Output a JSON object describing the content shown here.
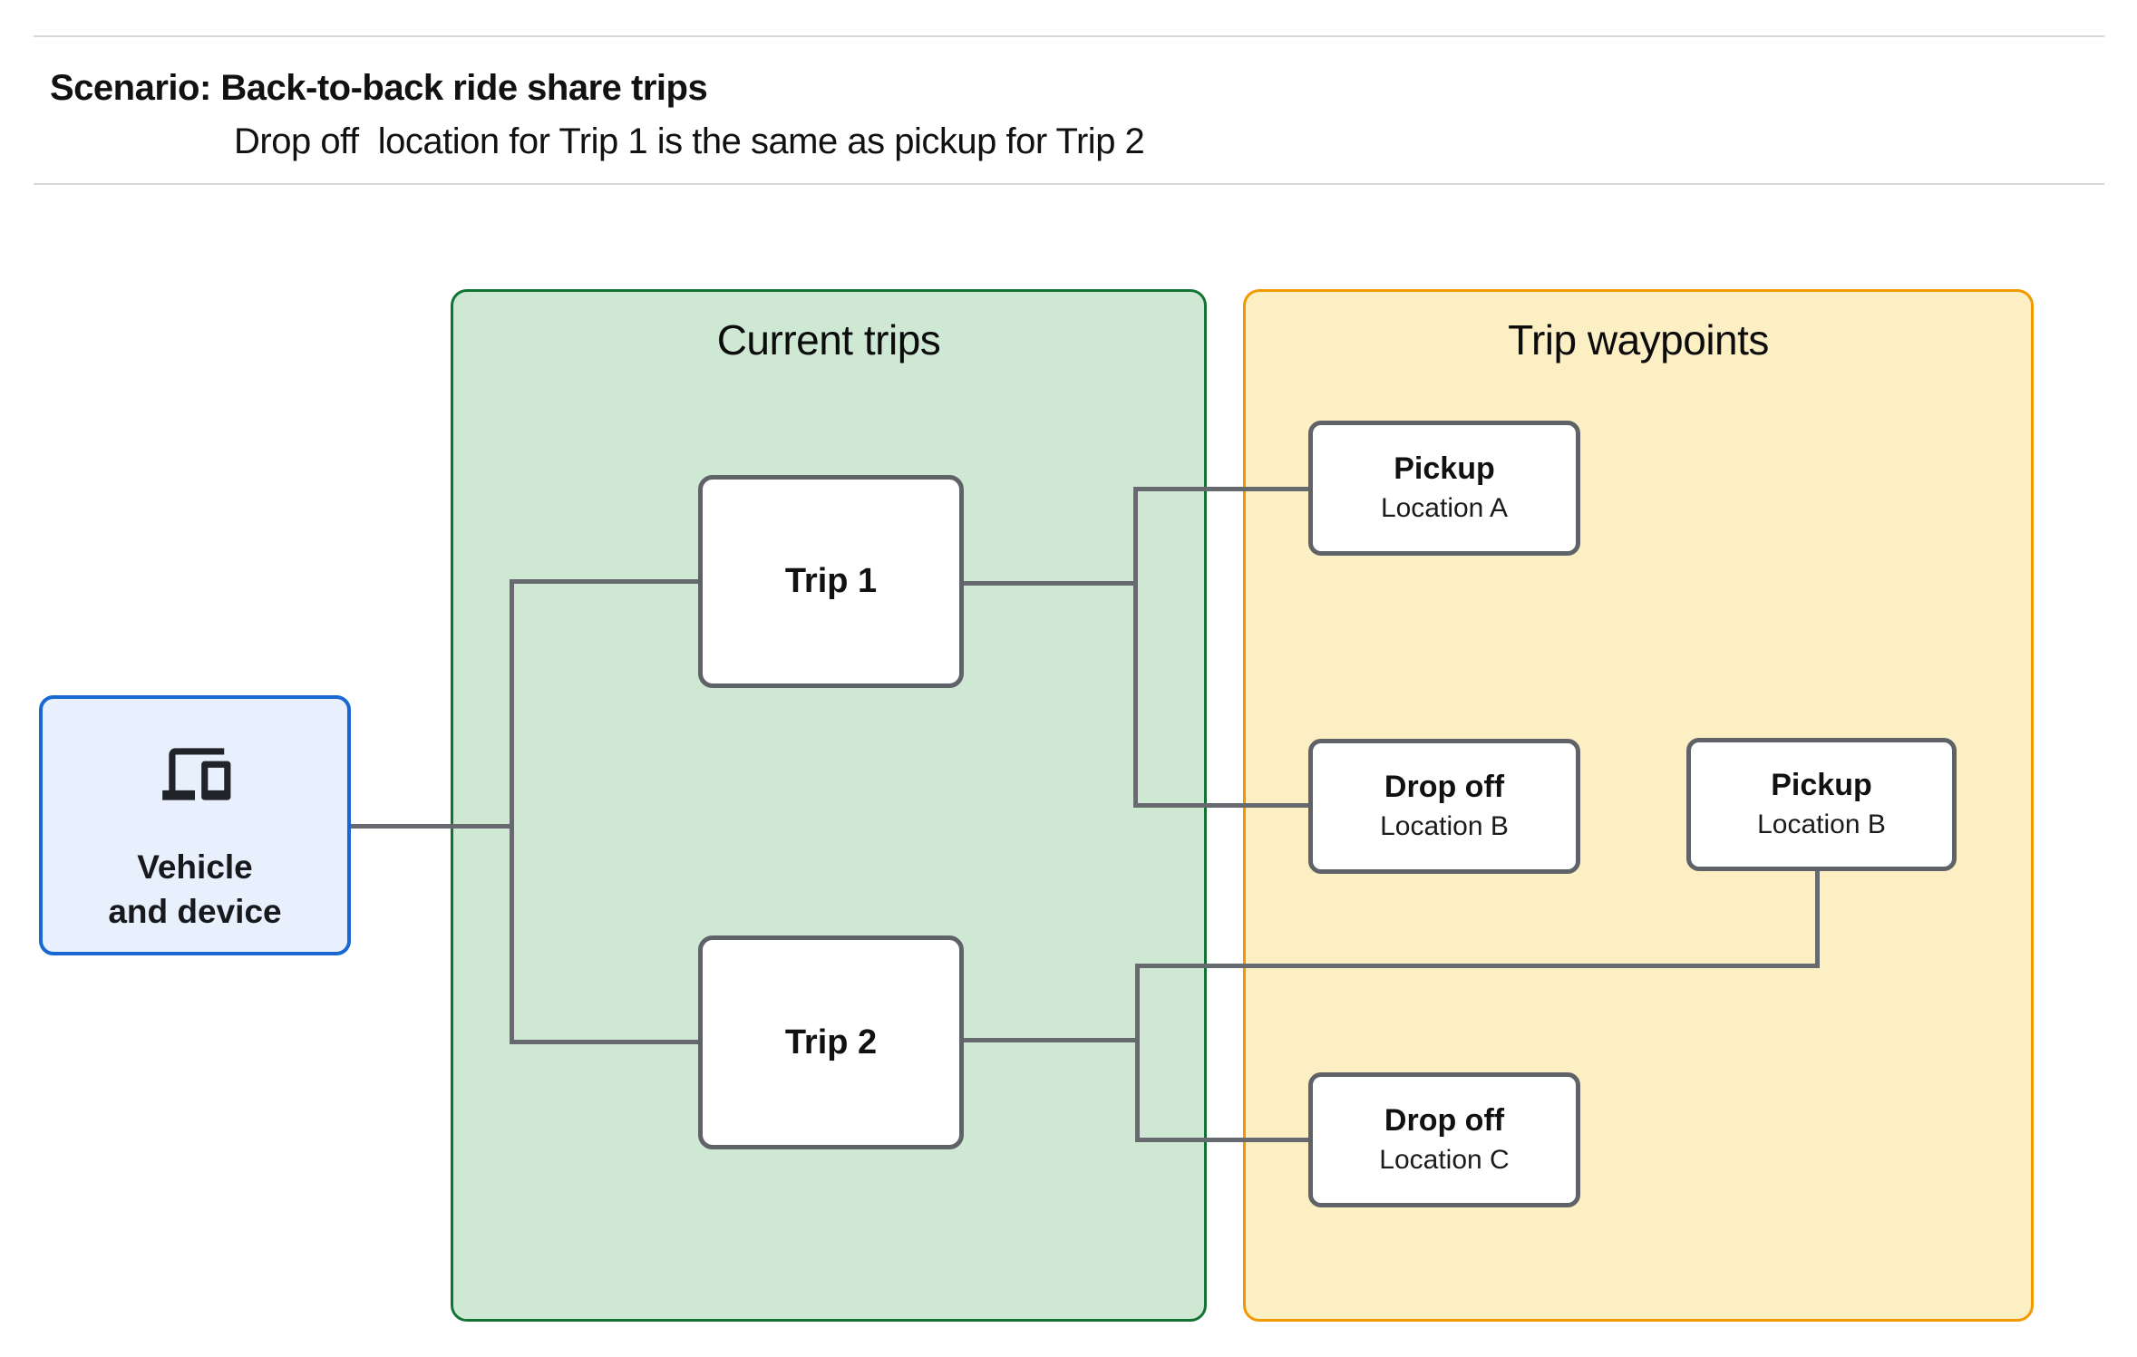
{
  "header": {
    "title": "Scenario: Back-to-back ride share trips",
    "subtitle": "Drop off  location for Trip 1 is the same as pickup for Trip 2"
  },
  "vehicle": {
    "label": "Vehicle\nand device",
    "icon": "devices-icon"
  },
  "panels": {
    "current_trips": {
      "title": "Current trips"
    },
    "trip_waypoints": {
      "title": "Trip waypoints"
    }
  },
  "trips": [
    {
      "label": "Trip 1"
    },
    {
      "label": "Trip 2"
    }
  ],
  "waypoints": [
    {
      "title": "Pickup",
      "subtitle": "Location A"
    },
    {
      "title": "Drop off",
      "subtitle": "Location B"
    },
    {
      "title": "Pickup",
      "subtitle": "Location B"
    },
    {
      "title": "Drop off",
      "subtitle": "Location C"
    }
  ],
  "colors": {
    "trips_panel_fill": "#cee8d4",
    "trips_panel_border": "#137333",
    "waypoints_panel_fill": "#fcefc3",
    "waypoints_panel_border": "#f29900",
    "vehicle_fill": "#e8f0fe",
    "vehicle_border": "#1967d2",
    "node_border": "#5f6368",
    "connector": "#66696d",
    "divider": "#d9d9d9"
  }
}
